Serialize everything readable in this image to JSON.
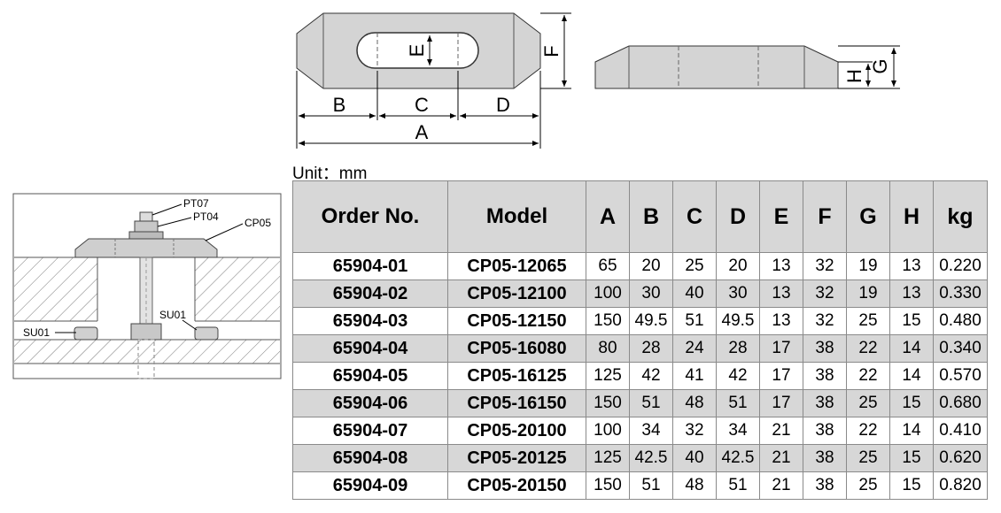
{
  "top_view": {
    "dim_a": "A",
    "dim_b": "B",
    "dim_c": "C",
    "dim_d": "D",
    "dim_e": "E",
    "dim_f": "F"
  },
  "side_view": {
    "dim_g": "G",
    "dim_h": "H"
  },
  "assembly": {
    "pt07": "PT07",
    "pt04": "PT04",
    "cp05": "CP05",
    "su01_left": "SU01",
    "su01_right": "SU01"
  },
  "unit_label": "Unit：mm",
  "table": {
    "headers": [
      "Order No.",
      "Model",
      "A",
      "B",
      "C",
      "D",
      "E",
      "F",
      "G",
      "H",
      "kg"
    ],
    "rows": [
      [
        "65904-01",
        "CP05-12065",
        "65",
        "20",
        "25",
        "20",
        "13",
        "32",
        "19",
        "13",
        "0.220"
      ],
      [
        "65904-02",
        "CP05-12100",
        "100",
        "30",
        "40",
        "30",
        "13",
        "32",
        "19",
        "13",
        "0.330"
      ],
      [
        "65904-03",
        "CP05-12150",
        "150",
        "49.5",
        "51",
        "49.5",
        "13",
        "32",
        "25",
        "15",
        "0.480"
      ],
      [
        "65904-04",
        "CP05-16080",
        "80",
        "28",
        "24",
        "28",
        "17",
        "38",
        "22",
        "14",
        "0.340"
      ],
      [
        "65904-05",
        "CP05-16125",
        "125",
        "42",
        "41",
        "42",
        "17",
        "38",
        "22",
        "14",
        "0.570"
      ],
      [
        "65904-06",
        "CP05-16150",
        "150",
        "51",
        "48",
        "51",
        "17",
        "38",
        "25",
        "15",
        "0.680"
      ],
      [
        "65904-07",
        "CP05-20100",
        "100",
        "34",
        "32",
        "34",
        "21",
        "38",
        "22",
        "14",
        "0.410"
      ],
      [
        "65904-08",
        "CP05-20125",
        "125",
        "42.5",
        "40",
        "42.5",
        "21",
        "38",
        "25",
        "15",
        "0.620"
      ],
      [
        "65904-09",
        "CP05-20150",
        "150",
        "51",
        "48",
        "51",
        "21",
        "38",
        "25",
        "15",
        "0.820"
      ]
    ]
  }
}
